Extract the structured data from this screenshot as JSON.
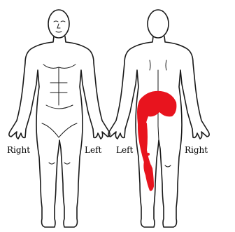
{
  "labels": {
    "front_right": "Right",
    "front_left": "Left",
    "back_left": "Left",
    "back_right": "Right"
  },
  "colors": {
    "outline": "#1a1a1a",
    "marking": "#e8141e",
    "background": "#ffffff"
  },
  "figures": [
    "front-view",
    "back-view"
  ],
  "marked_region": "left buttock, posterior left thigh and calf"
}
